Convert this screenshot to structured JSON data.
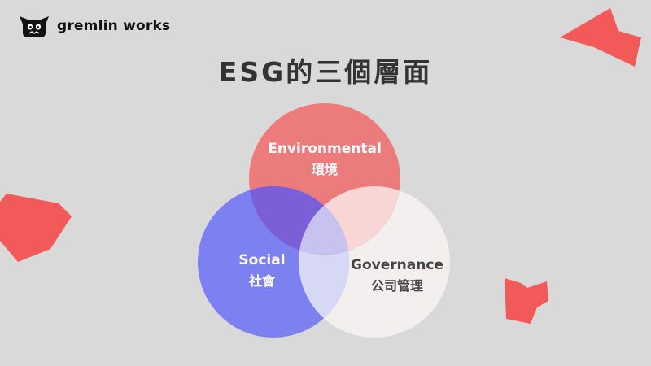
{
  "brand": {
    "name": "gremlin works",
    "logo_icon": "gremlin-mascot-icon"
  },
  "title": "ESG的三個層面",
  "venn": {
    "circles": [
      {
        "id": "environmental",
        "label_en": "Environmental",
        "label_zh": "環境",
        "color": "#ef6b6b"
      },
      {
        "id": "social",
        "label_en": "Social",
        "label_zh": "社會",
        "color": "#6f73f2"
      },
      {
        "id": "governance",
        "label_en": "Governance",
        "label_zh": "公司管理",
        "color": "#f4f0f0"
      }
    ]
  },
  "colors": {
    "background": "#d9d9d9",
    "accent_red": "#f25a5a",
    "title_text": "#333333"
  }
}
